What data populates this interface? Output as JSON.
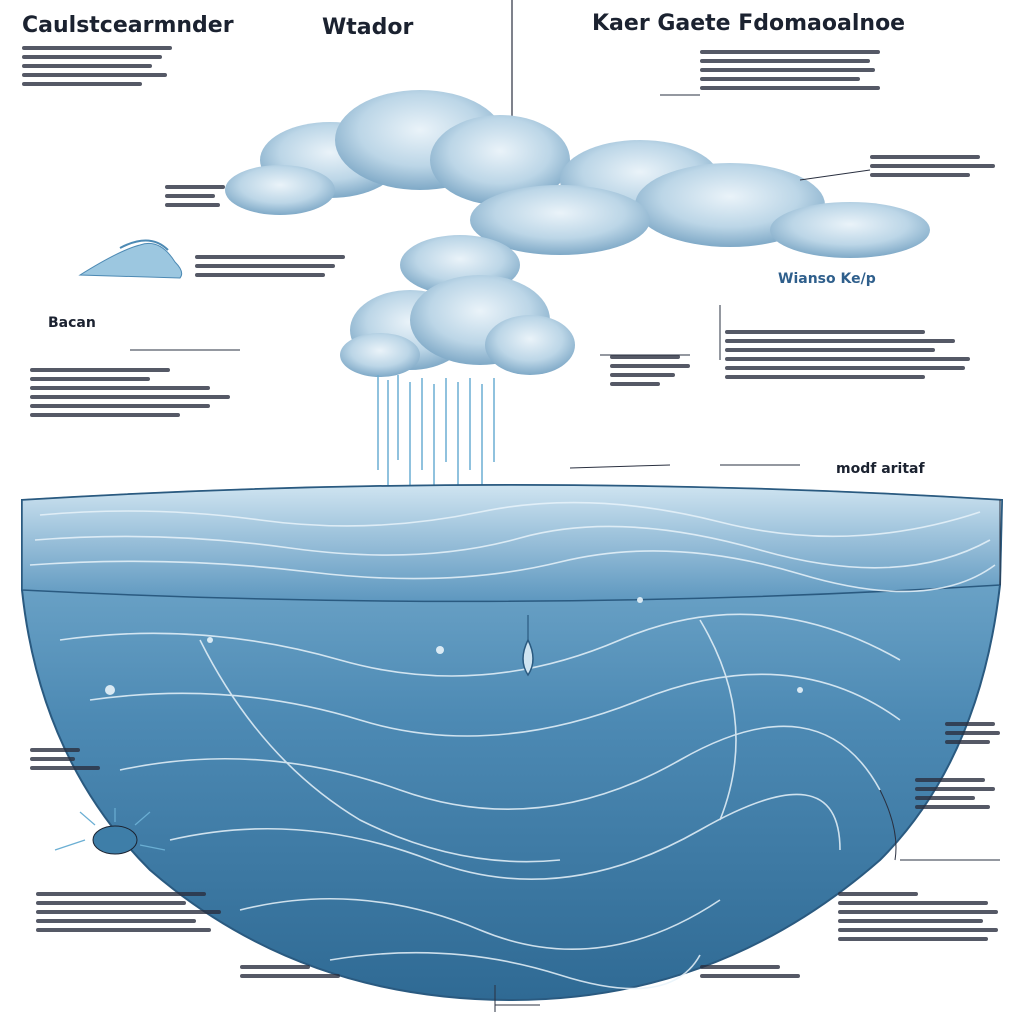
{
  "labels": {
    "top_left_heading": "Caulstcearmnder",
    "top_center_heading": "Wtador",
    "top_right_heading": "Kaer Gaete Fdomaoalnoe",
    "left_mid_heading": "Bacan",
    "right_cloud_caption": "Wianso Ke/p",
    "right_mid_caption": "modf aritaf"
  },
  "colors": {
    "ink": "#1b2230",
    "water_deep": "#3e7ea8",
    "water_light": "#9cc7e0",
    "cloud": "#b9d5e6",
    "rain": "#6aaed3"
  },
  "icons": [
    "cloud-icon",
    "rain-icon",
    "ocean-cross-section-icon",
    "droplet-icon",
    "sun-icon",
    "mountain-icon"
  ]
}
